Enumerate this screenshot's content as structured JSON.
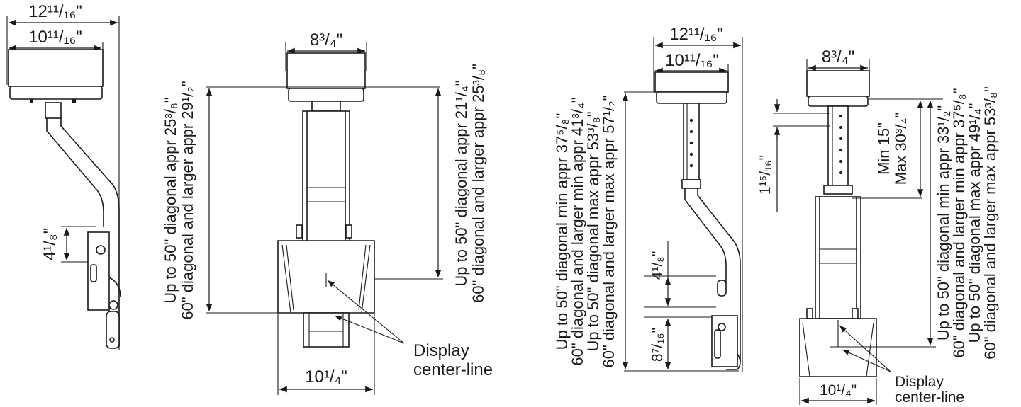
{
  "figure_a": {
    "width_outer": "12¹¹/₁₆\"",
    "width_inner": "10¹¹/₁₆\"",
    "offset": "4¹/₈\""
  },
  "figure_b": {
    "top_width": "8³/₄\"",
    "bottom_width": "10¹/₄\"",
    "left_line1": "Up to 50\" diagonal appr 25³/₈\"",
    "left_line2": "60\" diagonal and larger appr 29¹/₂\"",
    "right_line1": "Up to 50\" diagonal appr 21¹/₄\"",
    "right_line2": "60\" diagonal and larger appr 25³/₈\"",
    "callout_line1": "Display",
    "callout_line2": "center-line"
  },
  "figure_c": {
    "width_outer": "12¹¹/₁₆\"",
    "width_inner": "10¹¹/₁₆\"",
    "offset": "4¹/₈\"",
    "lower": "8⁷/₁₆\"",
    "line1": "Up to 50\" diagonal min appr 37⁵/₈\"",
    "line2": "60\" diagonal and larger min appr 41³/₄\"",
    "line3": "Up to 50\" diagonal max appr 53³/₈\"",
    "line4": "60\" diagonal and larger max appr 57¹/₂\""
  },
  "figure_d": {
    "top_width": "8³/₄\"",
    "bottom_width": "10¹/₄\"",
    "spacing": "1¹⁵/₁₆\"",
    "adjust_line1": "Min 15\"",
    "adjust_line2": "Max 30³/₄\"",
    "line1": "Up to 50\" diagonal min appr 33¹/₂\"",
    "line2": "60\" diagonal and larger min appr 37⁵/₈\"",
    "line3": "Up to 50\" diagonal max appr 49¹/₄\"",
    "line4": "60\" diagonal and larger max appr 53³/₈\"",
    "callout_line1": "Display",
    "callout_line2": "center-line"
  }
}
